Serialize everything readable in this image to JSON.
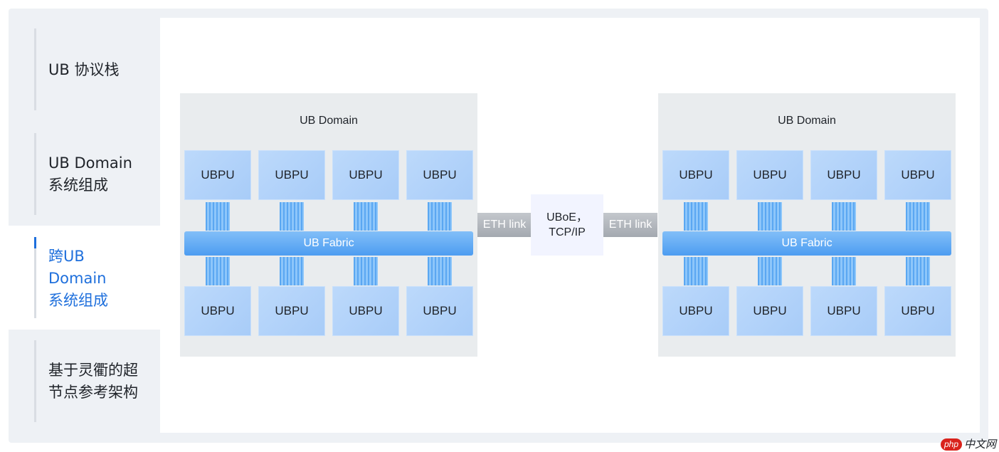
{
  "nav": {
    "items": [
      {
        "label": "UB 协议栈",
        "active": false
      },
      {
        "label": "UB Domain\n系统组成",
        "active": false
      },
      {
        "label": "跨UB\nDomain\n系统组成",
        "active": true
      },
      {
        "label": "基于灵衢的超\n节点参考架构",
        "active": false
      }
    ]
  },
  "diagram": {
    "domains": [
      {
        "title": "UB Domain",
        "fabric_label": "UB Fabric",
        "top_row": [
          "UBPU",
          "UBPU",
          "UBPU",
          "UBPU"
        ],
        "bottom_row": [
          "UBPU",
          "UBPU",
          "UBPU",
          "UBPU"
        ]
      },
      {
        "title": "UB Domain",
        "fabric_label": "UB Fabric",
        "top_row": [
          "UBPU",
          "UBPU",
          "UBPU",
          "UBPU"
        ],
        "bottom_row": [
          "UBPU",
          "UBPU",
          "UBPU",
          "UBPU"
        ]
      }
    ],
    "links": [
      {
        "label": "ETH link"
      },
      {
        "label": "ETH link"
      }
    ],
    "gateway": {
      "label": "UBoE，\nTCP/IP"
    }
  },
  "watermark": {
    "badge": "php",
    "text": "中文网"
  },
  "colors": {
    "accent": "#1e6fdc",
    "ubpu": "#b3d3f9",
    "fabric": "#5ea9f3",
    "domain_bg": "#e9ecee",
    "eth": "#b3b8be"
  }
}
